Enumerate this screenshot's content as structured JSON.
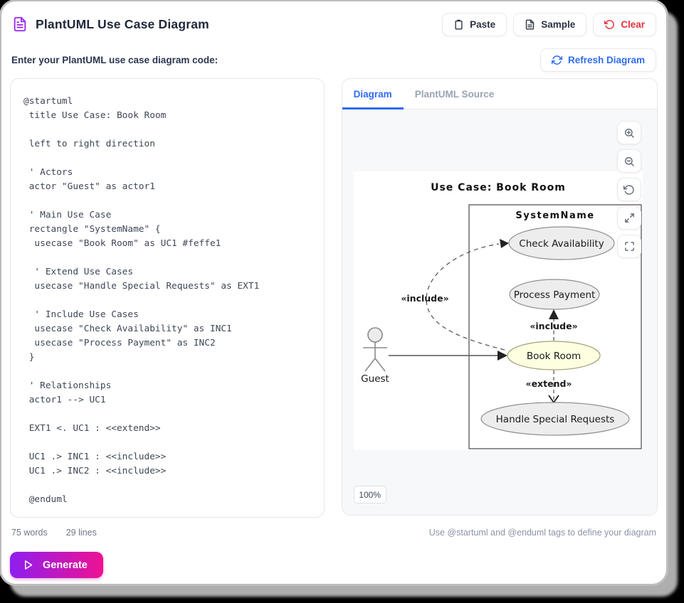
{
  "header": {
    "title": "PlantUML Use Case Diagram",
    "paste_label": "Paste",
    "sample_label": "Sample",
    "clear_label": "Clear"
  },
  "subheader": {
    "editor_label": "Enter your PlantUML use case diagram code:",
    "refresh_label": "Refresh Diagram"
  },
  "editor": {
    "lines": [
      "@startuml",
      " title Use Case: Book Room",
      "",
      " left to right direction",
      "",
      " ' Actors",
      " actor \"Guest\" as actor1",
      "",
      " ' Main Use Case",
      " rectangle \"SystemName\" {",
      "  usecase \"Book Room\" as UC1 #feffe1",
      "",
      "  ' Extend Use Cases",
      "  usecase \"Handle Special Requests\" as EXT1",
      "",
      "  ' Include Use Cases",
      "  usecase \"Check Availability\" as INC1",
      "  usecase \"Process Payment\" as INC2",
      " }",
      "",
      " ' Relationships",
      " actor1 --> UC1",
      "",
      " EXT1 <. UC1 : <<extend>>",
      "",
      " UC1 .> INC1 : <<include>>",
      " UC1 .> INC2 : <<include>>",
      "",
      " @enduml"
    ],
    "word_count": "75 words",
    "line_count": "29 lines"
  },
  "tabs": {
    "diagram": "Diagram",
    "source": "PlantUML Source"
  },
  "viewer": {
    "zoom_level": "100%",
    "hint": "Use @startuml and @enduml tags to define your diagram"
  },
  "diagram": {
    "title": "Use Case: Book Room",
    "system_name": "SystemName",
    "actor_label": "Guest",
    "usecase_check": "Check Availability",
    "usecase_payment": "Process Payment",
    "usecase_book": "Book Room",
    "usecase_handle": "Handle Special Requests",
    "label_include_left": "«include»",
    "label_include_mid": "«include»",
    "label_extend": "«extend»",
    "colors": {
      "book_fill": "#feffe1",
      "usecase_fill": "#ededed",
      "accent_blue": "#2f6bf6",
      "clear_red": "#e5323e",
      "icon_purple": "#9b30f2",
      "gradient_start": "#8e1ef0",
      "gradient_end": "#ee1292"
    }
  },
  "generate": {
    "label": "Generate"
  }
}
